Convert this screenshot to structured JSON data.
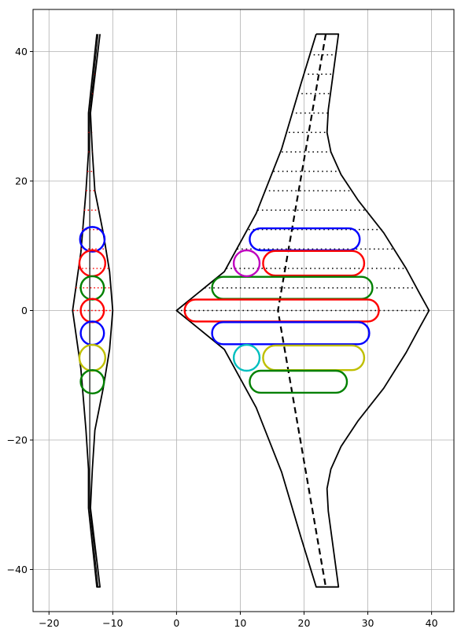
{
  "chart_data": {
    "type": "scatter",
    "title": "",
    "xlabel": "",
    "ylabel": "",
    "xlim": [
      -22.5,
      43.5
    ],
    "ylim": [
      -46.5,
      46.5
    ],
    "grid": true,
    "xticks": [
      -20,
      -10,
      0,
      10,
      20,
      30,
      40
    ],
    "yticks": [
      -40,
      -20,
      0,
      20,
      40
    ],
    "xtick_labels": [
      "−20",
      "−10",
      "0",
      "10",
      "20",
      "30",
      "40"
    ],
    "ytick_labels": [
      "−40",
      "−20",
      "0",
      "20",
      "40"
    ],
    "colors": {
      "blue": "#0000ff",
      "red": "#ff0000",
      "green": "#008000",
      "yellow": "#bfbf00",
      "magenta": "#bf00bf",
      "cyan": "#00bfbf",
      "outline": "#000000",
      "grid": "#b0b0b0"
    },
    "left_outline": [
      [
        -12.0,
        42.7
      ],
      [
        -13.5,
        30.5
      ],
      [
        -13.2,
        24.5
      ],
      [
        -12.8,
        18.5
      ],
      [
        -11.5,
        12.0
      ],
      [
        -10.5,
        6.0
      ],
      [
        -10.0,
        0.0
      ],
      [
        -10.5,
        -6.0
      ],
      [
        -11.5,
        -12.0
      ],
      [
        -12.8,
        -18.5
      ],
      [
        -13.2,
        -24.5
      ],
      [
        -13.5,
        -30.5
      ],
      [
        -12.0,
        -42.7
      ],
      [
        -12.5,
        -42.7
      ],
      [
        -13.8,
        -30.5
      ],
      [
        -13.8,
        -24.5
      ],
      [
        -14.2,
        -18.5
      ],
      [
        -15.0,
        -9.0
      ],
      [
        -16.3,
        0.0
      ],
      [
        -15.0,
        9.0
      ],
      [
        -14.2,
        18.5
      ],
      [
        -13.8,
        24.5
      ],
      [
        -13.8,
        30.5
      ],
      [
        -12.5,
        42.7
      ]
    ],
    "left_centerline": [
      [
        -12.3,
        42.7
      ],
      [
        -13.6,
        30.5
      ],
      [
        -13.6,
        0.0
      ],
      [
        -13.6,
        -30.5
      ],
      [
        -12.3,
        -42.7
      ]
    ],
    "right_outline": [
      [
        21.9,
        42.7
      ],
      [
        25.4,
        42.7
      ],
      [
        23.8,
        31.0
      ],
      [
        23.6,
        27.5
      ],
      [
        24.2,
        24.5
      ],
      [
        25.8,
        21.0
      ],
      [
        28.5,
        17.0
      ],
      [
        32.5,
        12.0
      ],
      [
        36.0,
        6.5
      ],
      [
        38.2,
        2.5
      ],
      [
        39.6,
        0.0
      ],
      [
        38.2,
        -2.5
      ],
      [
        36.0,
        -6.5
      ],
      [
        32.5,
        -12.0
      ],
      [
        28.5,
        -17.0
      ],
      [
        25.8,
        -21.0
      ],
      [
        24.2,
        -24.5
      ],
      [
        23.6,
        -27.5
      ],
      [
        23.8,
        -31.0
      ],
      [
        25.4,
        -42.7
      ],
      [
        21.9,
        -42.7
      ],
      [
        19.5,
        -35.0
      ],
      [
        16.5,
        -25.0
      ],
      [
        12.5,
        -15.0
      ],
      [
        7.5,
        -6.0
      ],
      [
        0.0,
        0.0
      ],
      [
        7.5,
        6.0
      ],
      [
        12.5,
        15.0
      ],
      [
        16.5,
        25.0
      ],
      [
        19.5,
        35.0
      ],
      [
        21.9,
        42.7
      ]
    ],
    "right_centerline": [
      [
        23.4,
        42.7
      ],
      [
        15.9,
        0.0
      ],
      [
        23.4,
        -42.7
      ]
    ],
    "hatch_levels": [
      {
        "y": 39.5,
        "left": 21.5,
        "right": 25.0
      },
      {
        "y": 36.5,
        "left": 20.6,
        "right": 24.6
      },
      {
        "y": 33.5,
        "left": 19.6,
        "right": 24.2
      },
      {
        "y": 30.5,
        "left": 18.7,
        "right": 23.8
      },
      {
        "y": 27.5,
        "left": 17.6,
        "right": 23.6
      },
      {
        "y": 24.5,
        "left": 16.5,
        "right": 24.2
      },
      {
        "y": 21.5,
        "left": 15.2,
        "right": 25.6
      },
      {
        "y": 18.5,
        "left": 13.8,
        "right": 27.4
      },
      {
        "y": 15.5,
        "left": 12.7,
        "right": 29.9
      },
      {
        "y": 12.5,
        "left": 11.3,
        "right": 32.3
      },
      {
        "y": 9.5,
        "left": 9.5,
        "right": 34.2
      },
      {
        "y": 6.5,
        "left": 7.8,
        "right": 36.0
      },
      {
        "y": 3.5,
        "left": 4.4,
        "right": 37.6
      },
      {
        "y": 0.0,
        "left": 0.0,
        "right": 39.6
      }
    ],
    "left_red_dashes": [
      {
        "y": 36.5,
        "x1": -13.0,
        "x2": -12.6
      },
      {
        "y": 33.5,
        "x1": -13.3,
        "x2": -12.8
      },
      {
        "y": 27.5,
        "x1": -13.8,
        "x2": -13.2
      },
      {
        "y": 24.5,
        "x1": -13.8,
        "x2": -13.2
      },
      {
        "y": 21.5,
        "x1": -14.0,
        "x2": -13.0
      },
      {
        "y": 18.5,
        "x1": -14.2,
        "x2": -12.8
      },
      {
        "y": 15.5,
        "x1": -14.5,
        "x2": -12.2
      },
      {
        "y": 12.5,
        "x1": -14.8,
        "x2": -11.4
      },
      {
        "y": 9.5,
        "x1": -15.0,
        "x2": -11.0
      },
      {
        "y": 6.5,
        "x1": -15.4,
        "x2": -10.6
      },
      {
        "y": 3.5,
        "x1": -15.8,
        "x2": -10.3
      },
      {
        "y": 0.0,
        "x1": -16.2,
        "x2": -10.0
      }
    ],
    "left_circles": [
      {
        "x": -13.2,
        "y": 11.0,
        "r": 1.9,
        "color": "blue"
      },
      {
        "x": -13.2,
        "y": 7.3,
        "r": 2.0,
        "color": "red"
      },
      {
        "x": -13.2,
        "y": 3.5,
        "r": 1.8,
        "color": "green"
      },
      {
        "x": -13.2,
        "y": 0.0,
        "r": 1.8,
        "color": "red"
      },
      {
        "x": -13.2,
        "y": -3.5,
        "r": 1.8,
        "color": "blue"
      },
      {
        "x": -13.2,
        "y": -7.3,
        "r": 2.0,
        "color": "yellow"
      },
      {
        "x": -13.2,
        "y": -11.0,
        "r": 1.8,
        "color": "green"
      }
    ],
    "right_circles": [
      {
        "x": 11.0,
        "y": 7.3,
        "r": 2.0,
        "color": "magenta"
      },
      {
        "x": 11.0,
        "y": -7.3,
        "r": 2.0,
        "color": "cyan"
      }
    ],
    "capsules": [
      {
        "x1": 13.2,
        "x2": 27.0,
        "y": 11.0,
        "r": 1.7,
        "color": "blue"
      },
      {
        "x1": 15.5,
        "x2": 27.5,
        "y": 7.3,
        "r": 1.9,
        "color": "red"
      },
      {
        "x1": 7.3,
        "x2": 29.0,
        "y": 3.5,
        "r": 1.7,
        "color": "green"
      },
      {
        "x1": 3.0,
        "x2": 30.0,
        "y": 0.0,
        "r": 1.7,
        "color": "red"
      },
      {
        "x1": 7.3,
        "x2": 28.5,
        "y": -3.5,
        "r": 1.7,
        "color": "blue"
      },
      {
        "x1": 15.5,
        "x2": 27.5,
        "y": -7.3,
        "r": 1.9,
        "color": "yellow"
      },
      {
        "x1": 13.2,
        "x2": 25.0,
        "y": -11.0,
        "r": 1.7,
        "color": "green"
      }
    ]
  }
}
